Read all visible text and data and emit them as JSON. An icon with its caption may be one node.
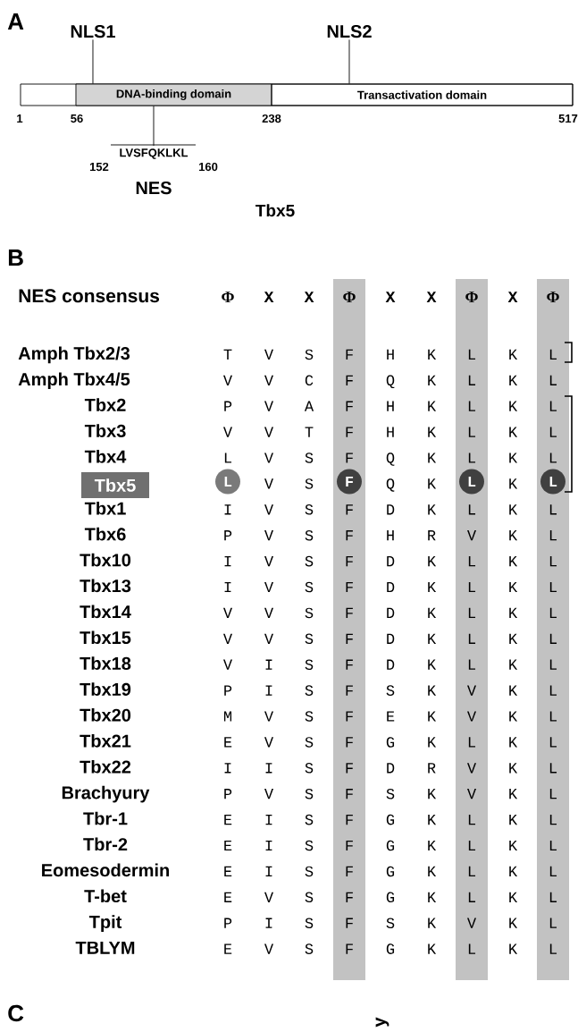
{
  "diagram": {
    "nodes": [
      {
        "text": [],
        "shape": "bar"
      },
      {
        "text": [
          "DNA-binding domain"
        ],
        "in": 0
      },
      {
        "text": [
          "Transactivation domain"
        ],
        "in": 0
      },
      {
        "text": [
          "NLS1"
        ]
      },
      {
        "text": [
          "NLS2"
        ]
      },
      {
        "text": [
          "LVSFQKLKL"
        ],
        "beside": [
          "152",
          "160"
        ]
      },
      {
        "text": [
          "Tbx5"
        ]
      },
      {
        "text": [
          "L"
        ]
      },
      {
        "text": [
          "F"
        ]
      },
      {
        "text": [
          "L"
        ]
      },
      {
        "text": [
          "L"
        ]
      }
    ],
    "edges": [
      {
        "from": 3,
        "to": 1,
        "arrow": "none"
      },
      {
        "from": 4,
        "to": 2,
        "arrow": "none"
      },
      {
        "from": 1,
        "to": 5,
        "arrow": "none"
      }
    ],
    "labels": [
      "A",
      "1",
      "56",
      "238",
      "517",
      "NES",
      "Tbx5",
      "B",
      "NES consensus",
      "Φ",
      "X",
      "X",
      "Φ",
      "X",
      "X",
      "Φ",
      "X",
      "Φ",
      "Amph Tbx2/3",
      "T",
      "V",
      "S",
      "F",
      "H",
      "K",
      "L",
      "K",
      "L",
      "Amph Tbx4/5",
      "V",
      "V",
      "C",
      "F",
      "Q",
      "K",
      "L",
      "K",
      "L",
      "Tbx2",
      "P",
      "V",
      "A",
      "F",
      "H",
      "K",
      "L",
      "K",
      "L",
      "Tbx3",
      "V",
      "V",
      "T",
      "F",
      "H",
      "K",
      "L",
      "K",
      "L",
      "Tbx4",
      "L",
      "V",
      "S",
      "F",
      "Q",
      "K",
      "L",
      "K",
      "L",
      "V",
      "S",
      "Q",
      "K",
      "K",
      "Tbx1",
      "I",
      "V",
      "S",
      "F",
      "D",
      "K",
      "L",
      "K",
      "L",
      "Tbx6",
      "P",
      "V",
      "S",
      "F",
      "H",
      "R",
      "V",
      "K",
      "L",
      "Tbx10",
      "I",
      "V",
      "S",
      "F",
      "D",
      "K",
      "L",
      "K",
      "L",
      "Tbx13",
      "I",
      "V",
      "S",
      "F",
      "D",
      "K",
      "L",
      "K",
      "L",
      "Tbx14",
      "V",
      "V",
      "S",
      "F",
      "D",
      "K",
      "L",
      "K",
      "L",
      "Tbx15",
      "V",
      "V",
      "S",
      "F",
      "D",
      "K",
      "L",
      "K",
      "L",
      "Tbx18",
      "V",
      "I",
      "S",
      "F",
      "D",
      "K",
      "L",
      "K",
      "L",
      "Tbx19",
      "P",
      "I",
      "S",
      "F",
      "S",
      "K",
      "V",
      "K",
      "L",
      "Tbx20",
      "M",
      "V",
      "S",
      "F",
      "E",
      "K",
      "V",
      "K",
      "L",
      "Tbx21",
      "E",
      "V",
      "S",
      "F",
      "G",
      "K",
      "L",
      "K",
      "L",
      "Tbx22",
      "I",
      "I",
      "S",
      "F",
      "D",
      "R",
      "V",
      "K",
      "L",
      "Brachyury",
      "P",
      "V",
      "S",
      "F",
      "S",
      "K",
      "V",
      "K",
      "L",
      "Tbr-1",
      "E",
      "I",
      "S",
      "F",
      "G",
      "K",
      "L",
      "K",
      "L",
      "Tbr-2",
      "E",
      "I",
      "S",
      "F",
      "G",
      "K",
      "L",
      "K",
      "L",
      "Eomesodermin",
      "E",
      "I",
      "S",
      "F",
      "G",
      "K",
      "L",
      "K",
      "L",
      "T-bet",
      "E",
      "V",
      "S",
      "F",
      "G",
      "K",
      "L",
      "K",
      "L",
      "Tpit",
      "P",
      "I",
      "S",
      "F",
      "S",
      "K",
      "V",
      "K",
      "L",
      "TBLYM",
      "E",
      "V",
      "S",
      "F",
      "G",
      "K",
      "L",
      "K",
      "L",
      "C",
      "y"
    ]
  }
}
